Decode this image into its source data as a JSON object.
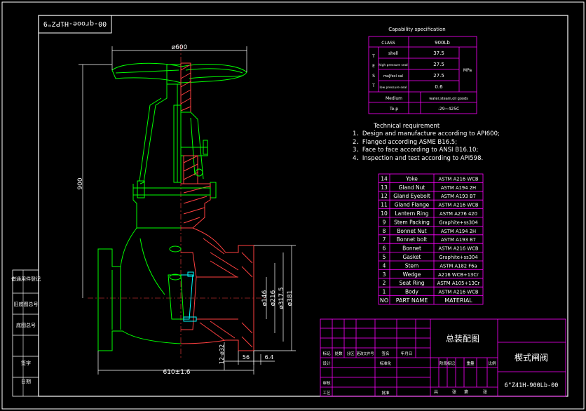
{
  "drawing_code_rotated": "00-qrooe-HiPZ\"9",
  "colors": {
    "bg": "#000000",
    "border": "#ffffff",
    "part": "#00ff00",
    "cut": "#ff4040",
    "dim": "#00ffff",
    "table": "#ff00ff",
    "text": "#ffffff"
  },
  "dimensions": {
    "top_width": "ø600",
    "height": "900",
    "d146": "ø146",
    "d216": "ø216",
    "d317": "ø317.5",
    "d381": "ø381",
    "face_len": "610±1.6",
    "flange_thk": "12-ø32",
    "d56": "56",
    "d64": "6.4"
  },
  "capability": {
    "title": "Capability specification",
    "class_label": "CLASS",
    "class_value": "900Lb",
    "test_letters": [
      "T",
      "E",
      "S",
      "T"
    ],
    "rows": [
      {
        "name": "shell",
        "value": "37.5"
      },
      {
        "name": "high pressure seal",
        "value": "27.5"
      },
      {
        "name": "ma[fexl xal",
        "value": "27.5"
      },
      {
        "name": "low pressure seal",
        "value": "0.6"
      }
    ],
    "unit": "MPa",
    "medium_label": "Medium",
    "medium_value": "water,steam,oil goods",
    "temp_label": "Te.p",
    "temp_value": "-29~425C"
  },
  "requirements": {
    "title": "Technical requirement",
    "items": [
      "1．Design and manufacture according to API600;",
      "2．Flanged according ASME B16.5;",
      "3．Face to face according to ANSI B16.10;",
      "4．Inspection and test according to API598."
    ]
  },
  "parts": {
    "rows": [
      {
        "no": "14",
        "name": "Yoke",
        "material": "ASTM A216 WCB"
      },
      {
        "no": "13",
        "name": "Gland Nut",
        "material": "ASTM A194 2H"
      },
      {
        "no": "12",
        "name": "Gland Eyebolt",
        "material": "ASTM A193 B7"
      },
      {
        "no": "11",
        "name": "Gland Flange",
        "material": "ASTM A216 WCB"
      },
      {
        "no": "10",
        "name": "Lantern Ring",
        "material": "ASTM A276 420"
      },
      {
        "no": "9",
        "name": "Stem Packing",
        "material": "Graphite+ss304"
      },
      {
        "no": "8",
        "name": "Bonnet Nut",
        "material": "ASTM A194 2H"
      },
      {
        "no": "7",
        "name": "Bonnet bolt",
        "material": "ASTM A193 B7"
      },
      {
        "no": "6",
        "name": "Bonnet",
        "material": "ASTM A216 WCB"
      },
      {
        "no": "5",
        "name": "Gasket",
        "material": "Graphite+ss304"
      },
      {
        "no": "4",
        "name": "Stem",
        "material": "ASTM A182 F6a"
      },
      {
        "no": "3",
        "name": "Wedge",
        "material": "A216 WCB+13Cr"
      },
      {
        "no": "2",
        "name": "Seat Ring",
        "material": "ASTM A105+13Cr"
      },
      {
        "no": "1",
        "name": "Body",
        "material": "ASTM A216 WCB"
      }
    ],
    "header": {
      "no": "NO",
      "name": "PART NAME",
      "material": "MATERIAL"
    }
  },
  "title_block": {
    "assembly": "总装配图",
    "product": "楔式闸阀",
    "drawing_no": "6\"Z41H-900Lb-00",
    "left_labels": [
      "设计",
      "标记",
      "处数",
      "分区",
      "更改文件号",
      "签名",
      "年月日"
    ],
    "row2_labels": [
      "设计",
      "标准化"
    ],
    "row4_labels": [
      "审核"
    ],
    "row5_labels": [
      "工艺",
      "批准"
    ],
    "stage_labels": [
      "阶段标记",
      "重量",
      "比例"
    ],
    "sheet_labels": [
      "共",
      "张",
      "第",
      "张"
    ]
  },
  "left_strip": [
    "借通用件登记",
    "旧底图总号",
    "底图总号",
    "签字",
    "日期"
  ]
}
